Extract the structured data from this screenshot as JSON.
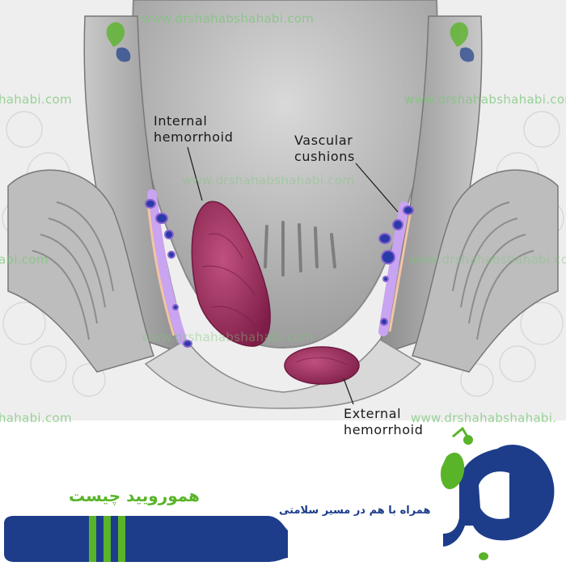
{
  "labels": {
    "internal": [
      "Internal",
      "hemorrhoid"
    ],
    "vascular": [
      "Vascular",
      "cushions"
    ],
    "external": [
      "External",
      "hemorrhoid"
    ]
  },
  "watermarks": {
    "site": "www.drshahabshahabi.com",
    "fragment": "hahabi.com",
    "fragment_wide": "www.drshahabshahabi.",
    "fragment_mid": "abi.com"
  },
  "banner": {
    "title": "هموروييد چيست",
    "tagline": "همراه با هم در مسير سلامتی"
  },
  "colors": {
    "brand_blue": "#1d3d8a",
    "brand_green": "#5ab42a",
    "hemorrhoid": "#9a2a5a",
    "cushion_purple": "#8a63d2",
    "cushion_blue": "#2a3aa8"
  },
  "icons": [
    "leaf-logo-icon",
    "brand-logo-icon"
  ]
}
